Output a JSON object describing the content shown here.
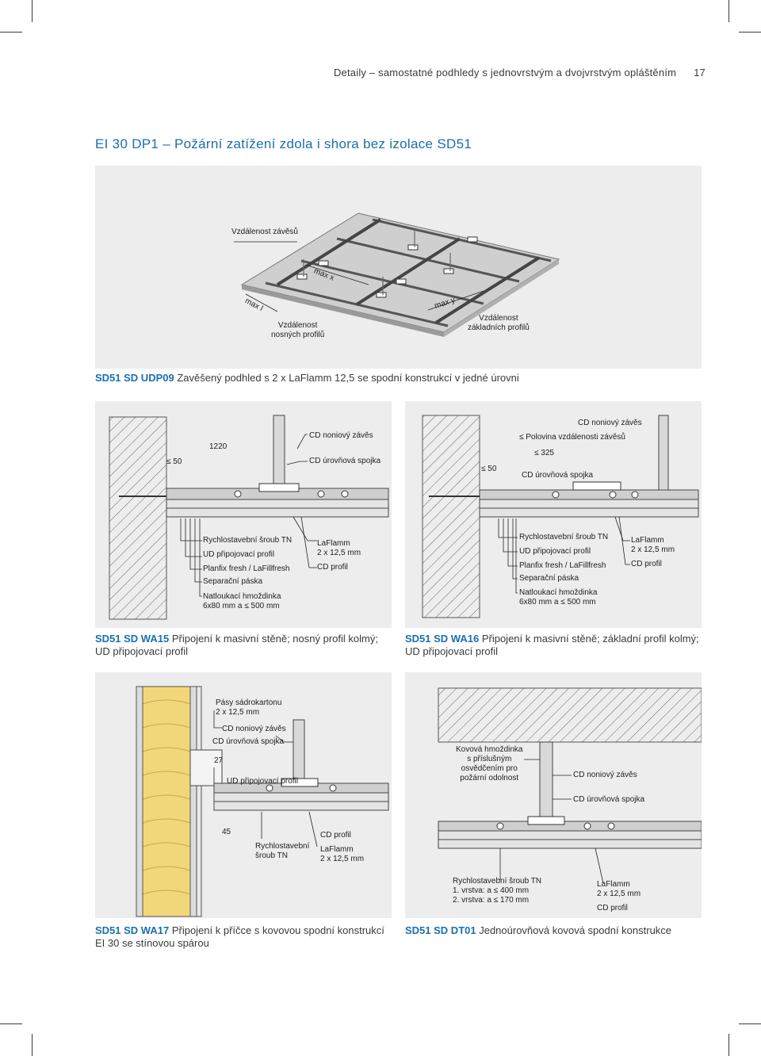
{
  "header": {
    "running_title": "Detaily – samostatné podhledy s jednovrstvým a dvojvrstvým opláštěním",
    "page_number": "17"
  },
  "title": {
    "text": "EI 30 DP1 – Požární zatížení zdola i shora bez izolace",
    "code": "SD51"
  },
  "fig1": {
    "label_hanger_distance": "Vzdálenost závěsů",
    "label_max_x": "max x",
    "label_max_l": "max l",
    "label_max_y": "max y",
    "label_bearing_line1": "Vzdálenost",
    "label_bearing_line2": "nosných profilů",
    "label_base_line1": "Vzdálenost",
    "label_base_line2": "základních profilů",
    "caption_code": "SD51 SD UDP09",
    "caption_text": "Zavěšený podhled s 2 x LaFlamm 12,5 se spodní konstrukcí v jedné úrovni"
  },
  "fig2": {
    "dim_50": "≤ 50",
    "dim_1220": "1220",
    "hanger": "CD noniový závěs",
    "connector": "CD úrovňová spojka",
    "screw": "Rychlostavební šroub TN",
    "ud_profile": "UD připojovací profil",
    "planfix": "Planfix fresh / LaFillfresh",
    "tape": "Separační páska",
    "anchor_line1": "Natloukací hmoždinka",
    "anchor_line2": "6x80 mm a ≤ 500 mm",
    "board_line1": "LaFlamm",
    "board_line2": "2 x 12,5 mm",
    "cd_profile": "CD profil",
    "caption_code": "SD51 SD WA15",
    "caption_text": "Připojení k masivní stěně; nosný profil kolmý; UD připojovací profil"
  },
  "fig3": {
    "hanger": "CD noniový závěs",
    "half_distance": "≤ Polovina vzdálenosti závěsů",
    "dim_325": "≤ 325",
    "dim_50": "≤ 50",
    "connector": "CD úrovňová spojka",
    "screw": "Rychlostavební šroub TN",
    "ud_profile": "UD připojovací profil",
    "planfix": "Planfix fresh / LaFillfresh",
    "tape": "Separační páska",
    "anchor_line1": "Natloukací hmoždinka",
    "anchor_line2": "6x80 mm a ≤ 500 mm",
    "board_line1": "LaFlamm",
    "board_line2": "2 x 12,5 mm",
    "cd_profile": "CD profil",
    "caption_code": "SD51 SD WA16",
    "caption_text": "Připojení k masivní stěně; základní profil kolmý; UD připojovací profil"
  },
  "fig4": {
    "strips_line1": "Pásy sádrokartonu",
    "strips_line2": "2 x 12,5 mm",
    "hanger": "CD noniový závěs",
    "connector": "CD úrovňová spojka",
    "dim_27": "27",
    "ud_profile": "UD připojovací profil",
    "dim_45": "45",
    "screw_line1": "Rychlostavební",
    "screw_line2": "šroub TN",
    "cd_profile": "CD profil",
    "board_line1": "LaFlamm",
    "board_line2": "2 x 12,5 mm",
    "caption_code": "SD51 SD WA17",
    "caption_text": "Připojení k příčce s kovovou spodní konstrukcí EI 30 se stínovou spárou"
  },
  "fig5": {
    "anchor_line1": "Kovová hmoždinka",
    "anchor_line2": "s příslušným",
    "anchor_line3": "osvědčením pro",
    "anchor_line4": "požární odolnost",
    "hanger": "CD noniový závěs",
    "connector": "CD úrovňová spojka",
    "screw_line1": "Rychlostavební šroub TN",
    "screw_line2": "1. vrstva: a ≤ 400 mm",
    "screw_line3": "2. vrstva: a ≤ 170 mm",
    "board_line1": "LaFlamm",
    "board_line2": "2 x 12,5 mm",
    "cd_profile": "CD profil",
    "caption_code": "SD51 SD DT01",
    "caption_text": "Jednoúrovňová kovová spodní konstrukce"
  }
}
